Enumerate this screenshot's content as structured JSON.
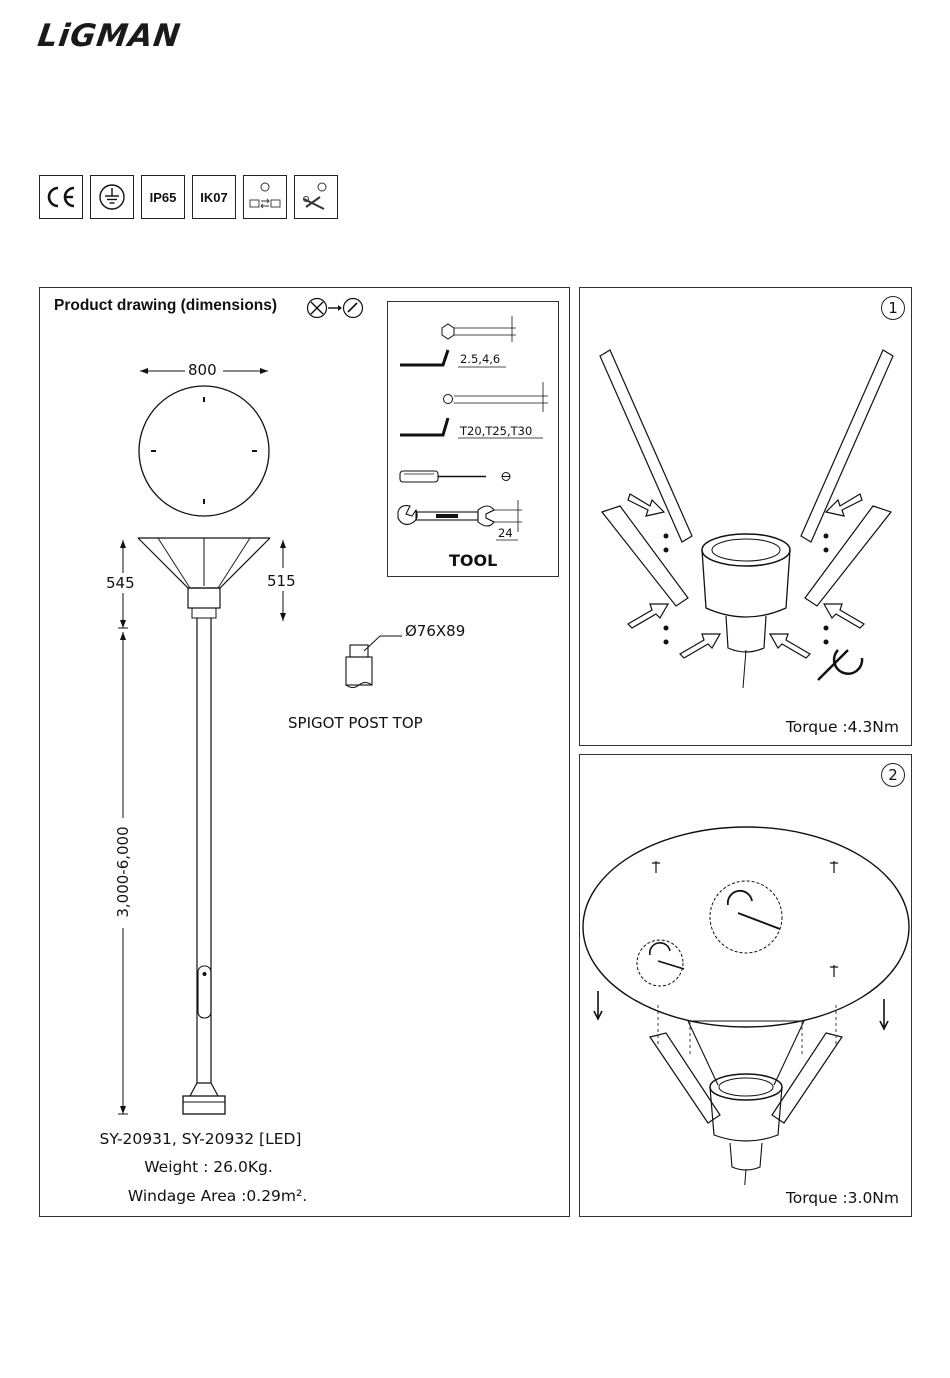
{
  "brand": {
    "logo_text": "LiGMAN"
  },
  "certifications": [
    {
      "icon": "ce-mark-icon",
      "label": ""
    },
    {
      "icon": "protective-earth-icon",
      "label": ""
    },
    {
      "icon": "ip-rating",
      "label": "IP65"
    },
    {
      "icon": "ik-rating",
      "label": "IK07"
    },
    {
      "icon": "voltage-switch-icon",
      "label": ""
    },
    {
      "icon": "tool-free-icon",
      "label": ""
    }
  ],
  "product_drawing": {
    "title": "Product drawing (dimensions)",
    "dimensions": {
      "diameter": "800",
      "head_height_left": "545",
      "head_height_right": "515",
      "pole_height": "3,000-6,000"
    },
    "spigot": {
      "size": "Ø76X89",
      "label": "SPIGOT POST TOP"
    },
    "tools": {
      "hex_sizes": "2.5,4,6",
      "torx_sizes": "T20,T25,T30",
      "wrench_size": "24",
      "label": "TOOL"
    },
    "specs": {
      "model": "SY-20931, SY-20932 [LED]",
      "weight": "Weight : 26.0Kg.",
      "windage": "Windage Area :0.29m²."
    }
  },
  "steps": [
    {
      "number": "1",
      "torque": "Torque :4.3Nm"
    },
    {
      "number": "2",
      "torque": "Torque :3.0Nm"
    }
  ]
}
